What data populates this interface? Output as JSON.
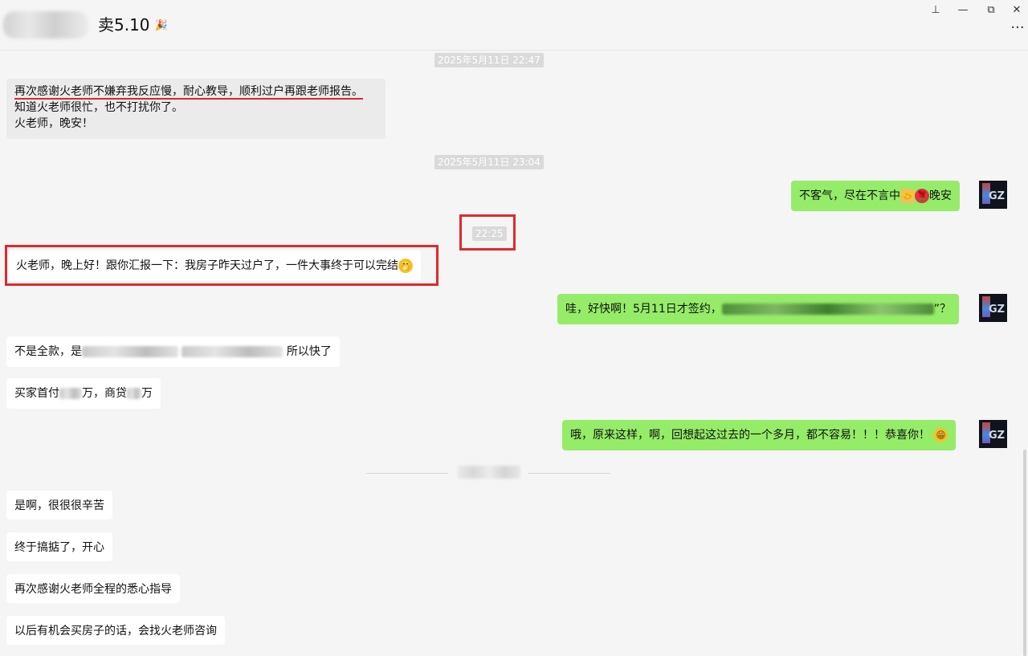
{
  "header": {
    "title": "卖5.10",
    "title_emoji": "🎉",
    "window_buttons": {
      "pin": "⊥",
      "minimize": "—",
      "restore": "⧉",
      "close": "✕"
    },
    "more": "···"
  },
  "timestamps": [
    "2025年5月11日 22:47",
    "2025年5月11日 23:04",
    "22:25"
  ],
  "messages": {
    "m1": {
      "line1": "再次感谢火老师不嫌弃我反应慢，耐心教导，顺利过户再跟老师报告。",
      "line2": "知道火老师很忙，也不打扰你了。",
      "line3": "火老师，晚安！"
    },
    "m2": {
      "text": "不客气，尽在不言中",
      "tail": "晚安"
    },
    "m3": {
      "text": "火老师，晚上好！跟你汇报一下：我房子昨天过户了，一件大事终于可以完结"
    },
    "m4": {
      "text": "哇，好快啊！5月11日才签约，",
      "tail": "”？"
    },
    "m5": {
      "text": "不是全款，是",
      "tail": "所以快了"
    },
    "m6": {
      "part1": "买家首付",
      "part2": "万，商贷",
      "part3": "万"
    },
    "m7": {
      "text": "哦，原来这样，啊，回想起这过去的一个多月，都不容易！！！恭喜你！"
    },
    "m8": {
      "text": "是啊，很很很辛苦"
    },
    "m9": {
      "text": "终于搞掂了，开心"
    },
    "m10": {
      "text": "再次感谢火老师全程的悉心指导"
    },
    "m11": {
      "text": "以后有机会买房子的话，会找火老师咨询"
    }
  },
  "avatar": {
    "monogram": "GZ"
  },
  "icons": {
    "handshake": "🤝",
    "rose": "🌹",
    "grin": "😁",
    "tease": "🤭"
  },
  "colors": {
    "outgoing_bubble": "#95ec69",
    "incoming_bubble": "#ffffff",
    "highlight_box": "#e0292a",
    "background": "#f5f5f5"
  }
}
